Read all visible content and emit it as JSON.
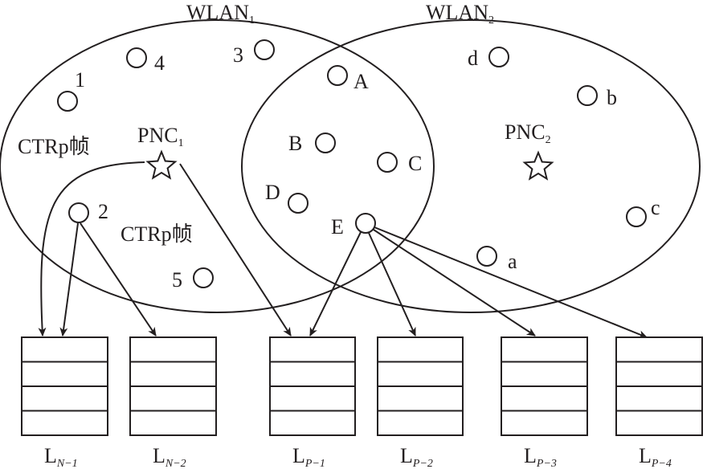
{
  "networks": {
    "wlan1": {
      "label": "WLAN",
      "sub": "1"
    },
    "wlan2": {
      "label": "WLAN",
      "sub": "2"
    }
  },
  "coordinators": {
    "pnc1": {
      "label": "PNC",
      "sub": "1"
    },
    "pnc2": {
      "label": "PNC",
      "sub": "2"
    }
  },
  "frame_labels": [
    "CTRp帧",
    "CTRp帧"
  ],
  "nodes": {
    "n1": "1",
    "n2": "2",
    "n3": "3",
    "n4": "4",
    "n5": "5",
    "A": "A",
    "B": "B",
    "C": "C",
    "D": "D",
    "E": "E",
    "a": "a",
    "b": "b",
    "c": "c",
    "d": "d"
  },
  "queues": [
    {
      "label": "L",
      "sub": "N−1"
    },
    {
      "label": "L",
      "sub": "N−2"
    },
    {
      "label": "L",
      "sub": "P−1"
    },
    {
      "label": "L",
      "sub": "P−2"
    },
    {
      "label": "L",
      "sub": "P−3"
    },
    {
      "label": "L",
      "sub": "P−4"
    }
  ]
}
